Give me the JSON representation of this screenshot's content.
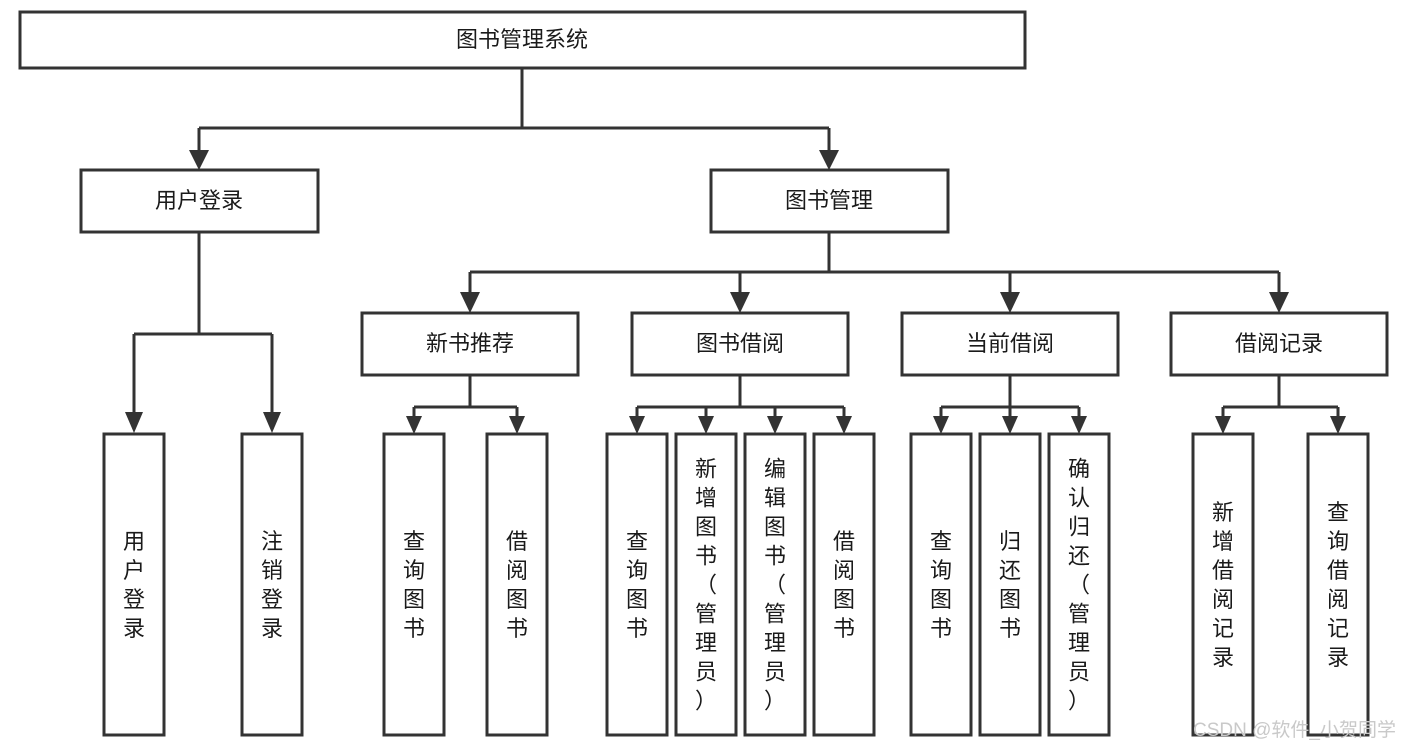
{
  "diagram": {
    "type": "tree",
    "title": "图书管理系统",
    "orientation": "top-down",
    "root": {
      "id": "root",
      "label": "图书管理系统"
    },
    "level2": [
      {
        "id": "user-login",
        "label": "用户登录"
      },
      {
        "id": "book-manage",
        "label": "图书管理"
      }
    ],
    "level3": [
      {
        "id": "new-book-rec",
        "label": "新书推荐",
        "parent": "book-manage"
      },
      {
        "id": "book-borrow",
        "label": "图书借阅",
        "parent": "book-manage"
      },
      {
        "id": "current-borrow",
        "label": "当前借阅",
        "parent": "book-manage"
      },
      {
        "id": "borrow-record",
        "label": "借阅记录",
        "parent": "book-manage"
      }
    ],
    "leaves": {
      "user-login": [
        {
          "id": "leaf-user-login",
          "label": "用户登录"
        },
        {
          "id": "leaf-user-logout",
          "label": "注销登录"
        }
      ],
      "new-book-rec": [
        {
          "id": "leaf-query-book-1",
          "label": "查询图书"
        },
        {
          "id": "leaf-borrow-book-1",
          "label": "借阅图书"
        }
      ],
      "book-borrow": [
        {
          "id": "leaf-query-book-2",
          "label": "查询图书"
        },
        {
          "id": "leaf-add-book",
          "label": "新增图书（管理员）"
        },
        {
          "id": "leaf-edit-book",
          "label": "编辑图书（管理员）"
        },
        {
          "id": "leaf-borrow-book-2",
          "label": "借阅图书"
        }
      ],
      "current-borrow": [
        {
          "id": "leaf-query-book-3",
          "label": "查询图书"
        },
        {
          "id": "leaf-return-book",
          "label": "归还图书"
        },
        {
          "id": "leaf-confirm-return",
          "label": "确认归还（管理员）"
        }
      ],
      "borrow-record": [
        {
          "id": "leaf-add-record",
          "label": "新增借阅记录"
        },
        {
          "id": "leaf-query-record",
          "label": "查询借阅记录"
        }
      ]
    }
  },
  "watermark": {
    "text": "CSDN @软件_小贺同学"
  },
  "colors": {
    "box_stroke": "#333333",
    "box_fill": "#ffffff",
    "text": "#1a1a1a",
    "watermark": "#c9c9c9",
    "background": "#ffffff"
  }
}
